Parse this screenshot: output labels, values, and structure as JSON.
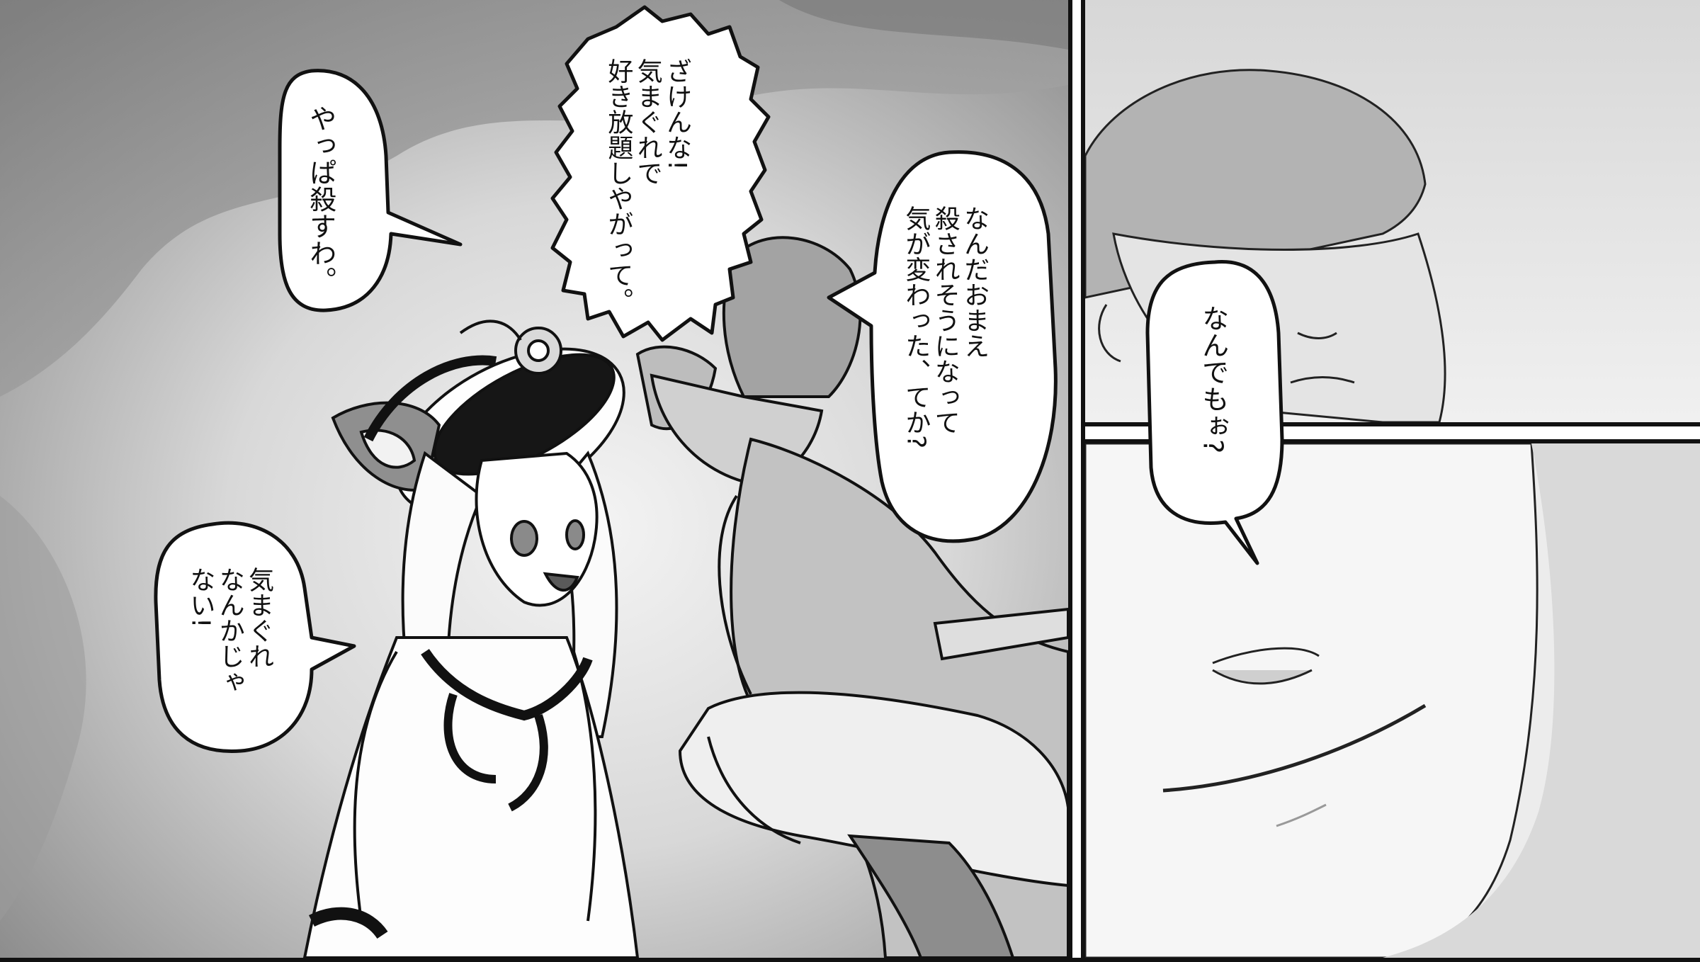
{
  "panels": [
    {
      "id": "left-panel",
      "bubbles": [
        {
          "id": "yappa",
          "text": "やっぱ殺すわ。"
        },
        {
          "id": "zakenna",
          "text": "ざけんな!\n気まぐれで\n好き放題しやがって。"
        },
        {
          "id": "nanda-omae",
          "text": "なんだおまえ\n殺されそうになって\n気が変わった、てか?"
        },
        {
          "id": "kimagure",
          "text": "気まぐれ\nなんかじゃ\nない!"
        }
      ]
    },
    {
      "id": "top-right-panel",
      "bubbles": [
        {
          "id": "nandemo",
          "text": "なんでもぉ?"
        }
      ]
    },
    {
      "id": "bottom-right-panel",
      "bubbles": []
    }
  ],
  "colors": {
    "ink": "#111111",
    "paper": "#ffffff",
    "sky_dark": "#8a8a8a",
    "sky_light": "#e6e6e6",
    "skin_gray": "#c9c9c9",
    "hair_gray": "#9c9c9c"
  }
}
